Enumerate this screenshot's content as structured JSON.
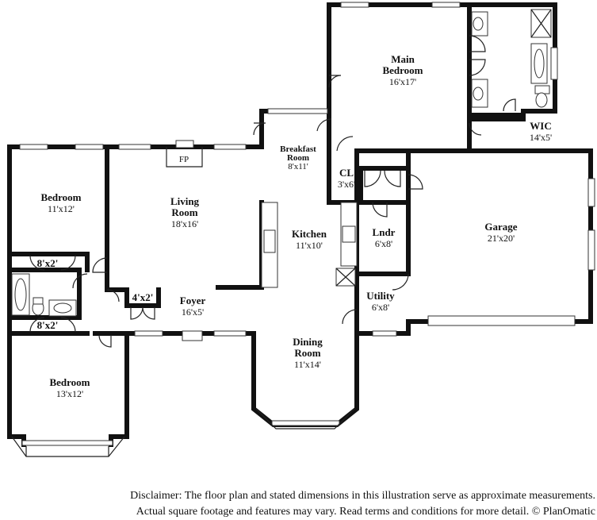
{
  "rooms": {
    "main_bedroom": {
      "name": "Main\nBedroom",
      "dims": "16'x17'"
    },
    "wic": {
      "name": "WIC",
      "dims": "14'x5'"
    },
    "breakfast": {
      "name": "Breakfast\nRoom",
      "dims": "8'x11'"
    },
    "cl": {
      "name": "CL",
      "dims": "3'x6'"
    },
    "bedroom1": {
      "name": "Bedroom",
      "dims": "11'x12'"
    },
    "closet1": {
      "dims": "8'x2'"
    },
    "living": {
      "name": "Living\nRoom",
      "dims": "18'x16'"
    },
    "fp": {
      "name": "FP"
    },
    "kitchen": {
      "name": "Kitchen",
      "dims": "11'x10'"
    },
    "lndr": {
      "name": "Lndr",
      "dims": "6'x8'"
    },
    "garage": {
      "name": "Garage",
      "dims": "21'x20'"
    },
    "foyer_closet": {
      "dims": "4'x2'"
    },
    "foyer": {
      "name": "Foyer",
      "dims": "16'x5'"
    },
    "utility": {
      "name": "Utility",
      "dims": "6'x8'"
    },
    "closet2": {
      "dims": "8'x2'"
    },
    "dining": {
      "name": "Dining\nRoom",
      "dims": "11'x14'"
    },
    "bedroom2": {
      "name": "Bedroom",
      "dims": "13'x12'"
    }
  },
  "disclaimer": {
    "line1": "Disclaimer: The floor plan and stated dimensions in this illustration serve as approximate measurements.",
    "line2": "Actual square footage and features may vary. Read terms and conditions for more detail. © PlanOmatic"
  }
}
